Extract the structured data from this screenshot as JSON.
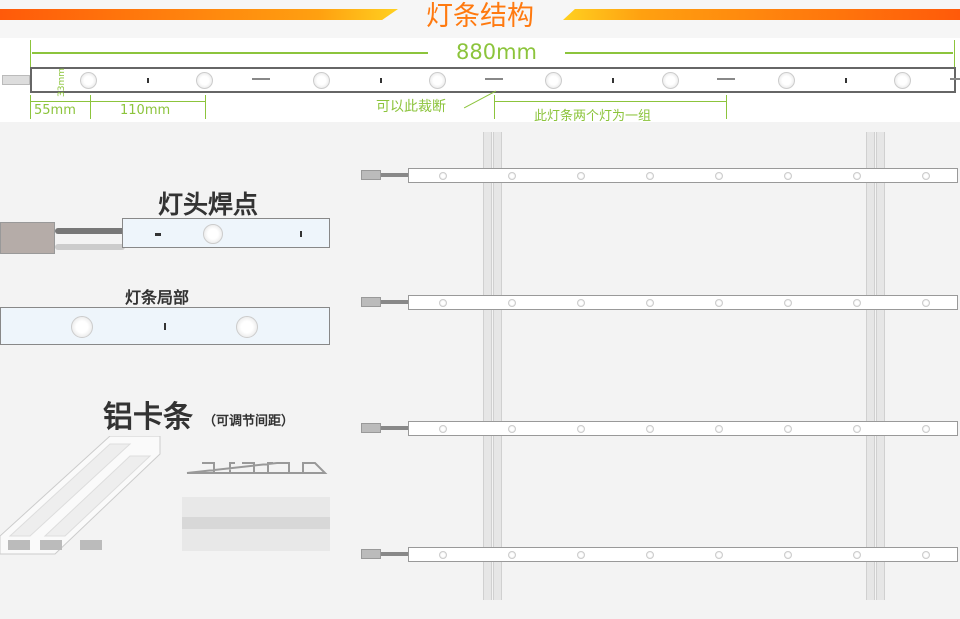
{
  "header": {
    "title": "灯条结构"
  },
  "dimensions": {
    "total_length": "880mm",
    "width": "33mm",
    "end_offset": "55mm",
    "led_pitch": "110mm",
    "cut_label": "可以此裁断",
    "group_label": "此灯条两个灯为一组"
  },
  "sections": {
    "solder_title": "灯头焊点",
    "local_title": "灯条局部",
    "aluminum_title": "铝卡条",
    "aluminum_note": "（可调节间距）"
  },
  "colors": {
    "accent": "#ff7a10",
    "dimension": "#8cc43c"
  }
}
